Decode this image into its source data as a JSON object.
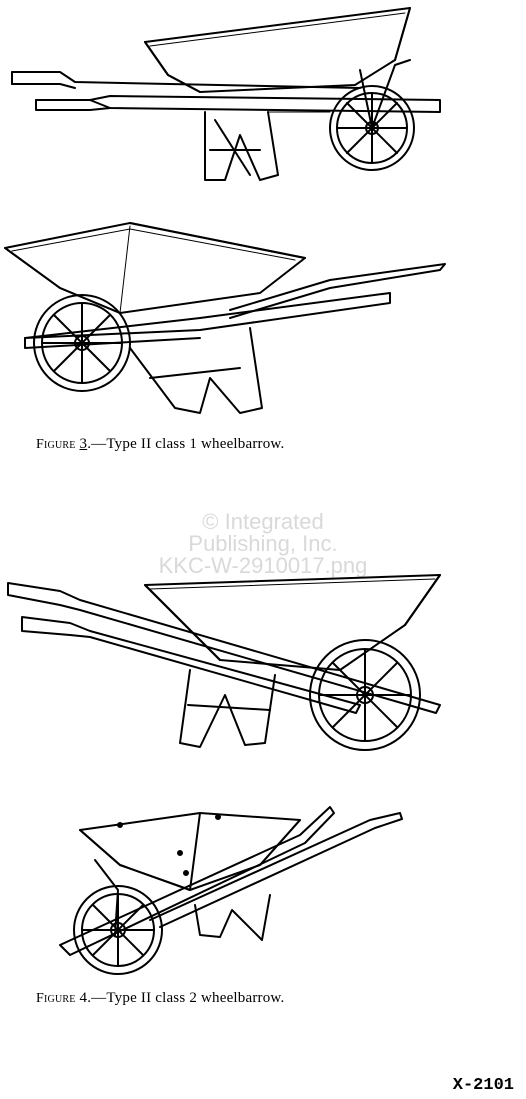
{
  "figure3": {
    "label": "Figure",
    "number": "3",
    "text": ".—Type II class 1 wheelbarrow."
  },
  "figure4": {
    "label": "Figure",
    "number": "4",
    "text": ".—Type II class 2 wheelbarrow."
  },
  "watermark": {
    "line1": "© Integrated",
    "line2": "Publishing, Inc.",
    "line3": "KKC-W-2910017.png"
  },
  "plate_number": "X-2101",
  "icons": [
    "wheelbarrow-drawing"
  ]
}
